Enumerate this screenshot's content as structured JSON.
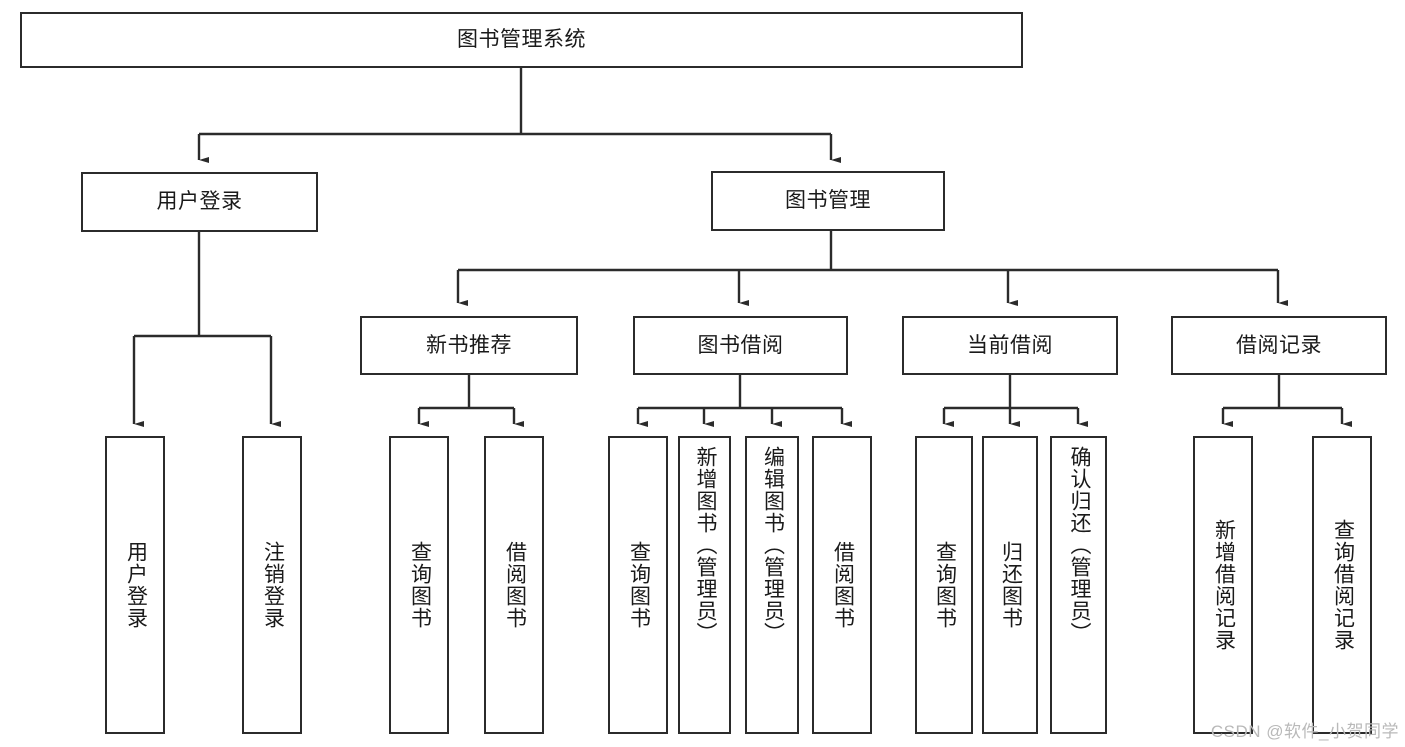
{
  "diagram": {
    "title": "图书管理系统",
    "type": "tree",
    "colors": {
      "box_border": "#2b2b2b",
      "box_fill": "#ffffff",
      "connector": "#2b2b2b",
      "text": "#1a1a1a",
      "watermark": "#b9b9b9"
    },
    "root": {
      "label": "图书管理系统"
    },
    "level2": [
      {
        "label": "用户登录"
      },
      {
        "label": "图书管理"
      }
    ],
    "level3": [
      {
        "label": "新书推荐"
      },
      {
        "label": "图书借阅"
      },
      {
        "label": "当前借阅"
      },
      {
        "label": "借阅记录"
      }
    ],
    "leaves": {
      "user_login": [
        {
          "label": "用户登录"
        },
        {
          "label": "注销登录"
        }
      ],
      "new_book_recommend": [
        {
          "label": "查询图书"
        },
        {
          "label": "借阅图书"
        }
      ],
      "book_borrow": [
        {
          "label": "查询图书"
        },
        {
          "label": "新增图书（管理员）"
        },
        {
          "label": "编辑图书（管理员）"
        },
        {
          "label": "借阅图书"
        }
      ],
      "current_borrow": [
        {
          "label": "查询图书"
        },
        {
          "label": "归还图书"
        },
        {
          "label": "确认归还（管理员）"
        }
      ],
      "borrow_record": [
        {
          "label": "新增借阅记录"
        },
        {
          "label": "查询借阅记录"
        }
      ]
    }
  },
  "watermark": {
    "text": "CSDN @软件_小贺同学"
  }
}
